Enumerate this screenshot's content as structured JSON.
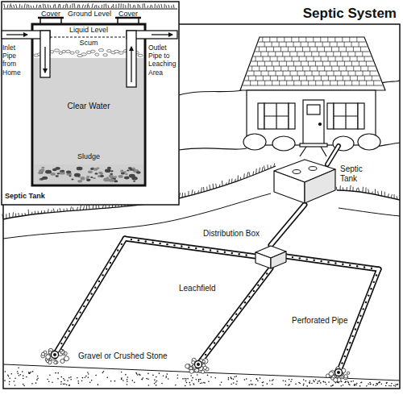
{
  "diagram": {
    "title": "Septic System",
    "nodes": [
      {
        "text": [
          "Septic Tank"
        ]
      },
      {
        "text": [
          "Distribution Box"
        ]
      }
    ],
    "edges": [
      {
        "from": 0,
        "to": 1,
        "arrow": "none"
      }
    ],
    "labels": [
      "Cover",
      "Ground Level",
      "Cover",
      "Liquid Level",
      "Scum",
      "Inlet Pipe from Home",
      "Outlet Pipe to Leaching Area",
      "Clear Water",
      "Sludge",
      "Septic Tank",
      "Leachfield",
      "Perforated Pipe",
      "Gravel or Crushed Stone"
    ]
  }
}
